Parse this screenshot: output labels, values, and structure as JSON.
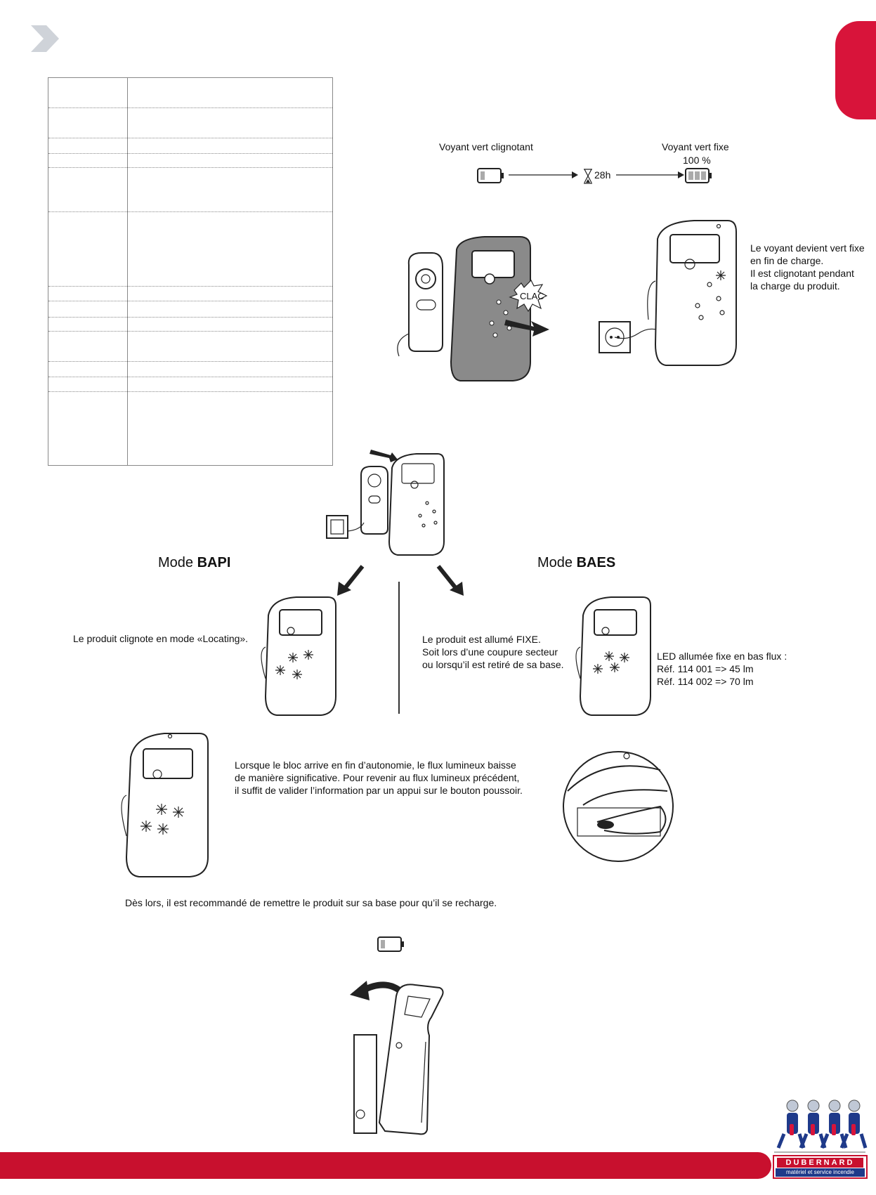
{
  "brand": {
    "accent_color": "#c8102e",
    "chevron_color": "#cfd3d9",
    "logo_name": "DUBERNARD",
    "logo_tagline": "matériel et service incendie"
  },
  "charging": {
    "blinking_label": "Voyant vert clignotant",
    "fixed_label": "Voyant vert fixe",
    "percent": "100 %",
    "duration": "28h",
    "clac": "CLAC",
    "note_lines": [
      "Le voyant devient vert fixe",
      "en fin de charge.",
      "Il est clignotant pendant",
      "la charge du produit."
    ]
  },
  "modes": {
    "bapi_prefix": "Mode ",
    "bapi_name": "BAPI",
    "baes_prefix": "Mode ",
    "baes_name": "BAES",
    "bapi_text": "Le produit clignote en mode «Locating».",
    "baes_lines": [
      "Le produit est allumé FIXE.",
      "Soit lors d’une coupure secteur",
      "ou lorsqu’il est retiré de sa base."
    ],
    "led_lines": [
      "LED allumée fixe en bas flux :",
      "Réf. 114 001 => 45 lm",
      "Réf. 114 002 => 70 lm"
    ]
  },
  "autonomy": {
    "lines": [
      "Lorsque le bloc arrive en fin d’autonomie, le flux lumineux baisse",
      "de manière significative. Pour revenir au flux lumineux précédent,",
      "il suffit de valider l’information par un appui sur le bouton poussoir."
    ],
    "recommendation": "Dès lors, il est recommandé de remettre le produit sur sa base pour qu’il se recharge."
  },
  "icons": [
    "chevron-icon",
    "battery-low-icon",
    "battery-full-icon",
    "hourglass-icon",
    "arrow-right-icon",
    "wall-socket-icon",
    "lamp-base-icon",
    "lamp-unit-icon",
    "push-arrow-icon",
    "led-star-icon",
    "button-press-icon",
    "curved-arrow-icon"
  ]
}
